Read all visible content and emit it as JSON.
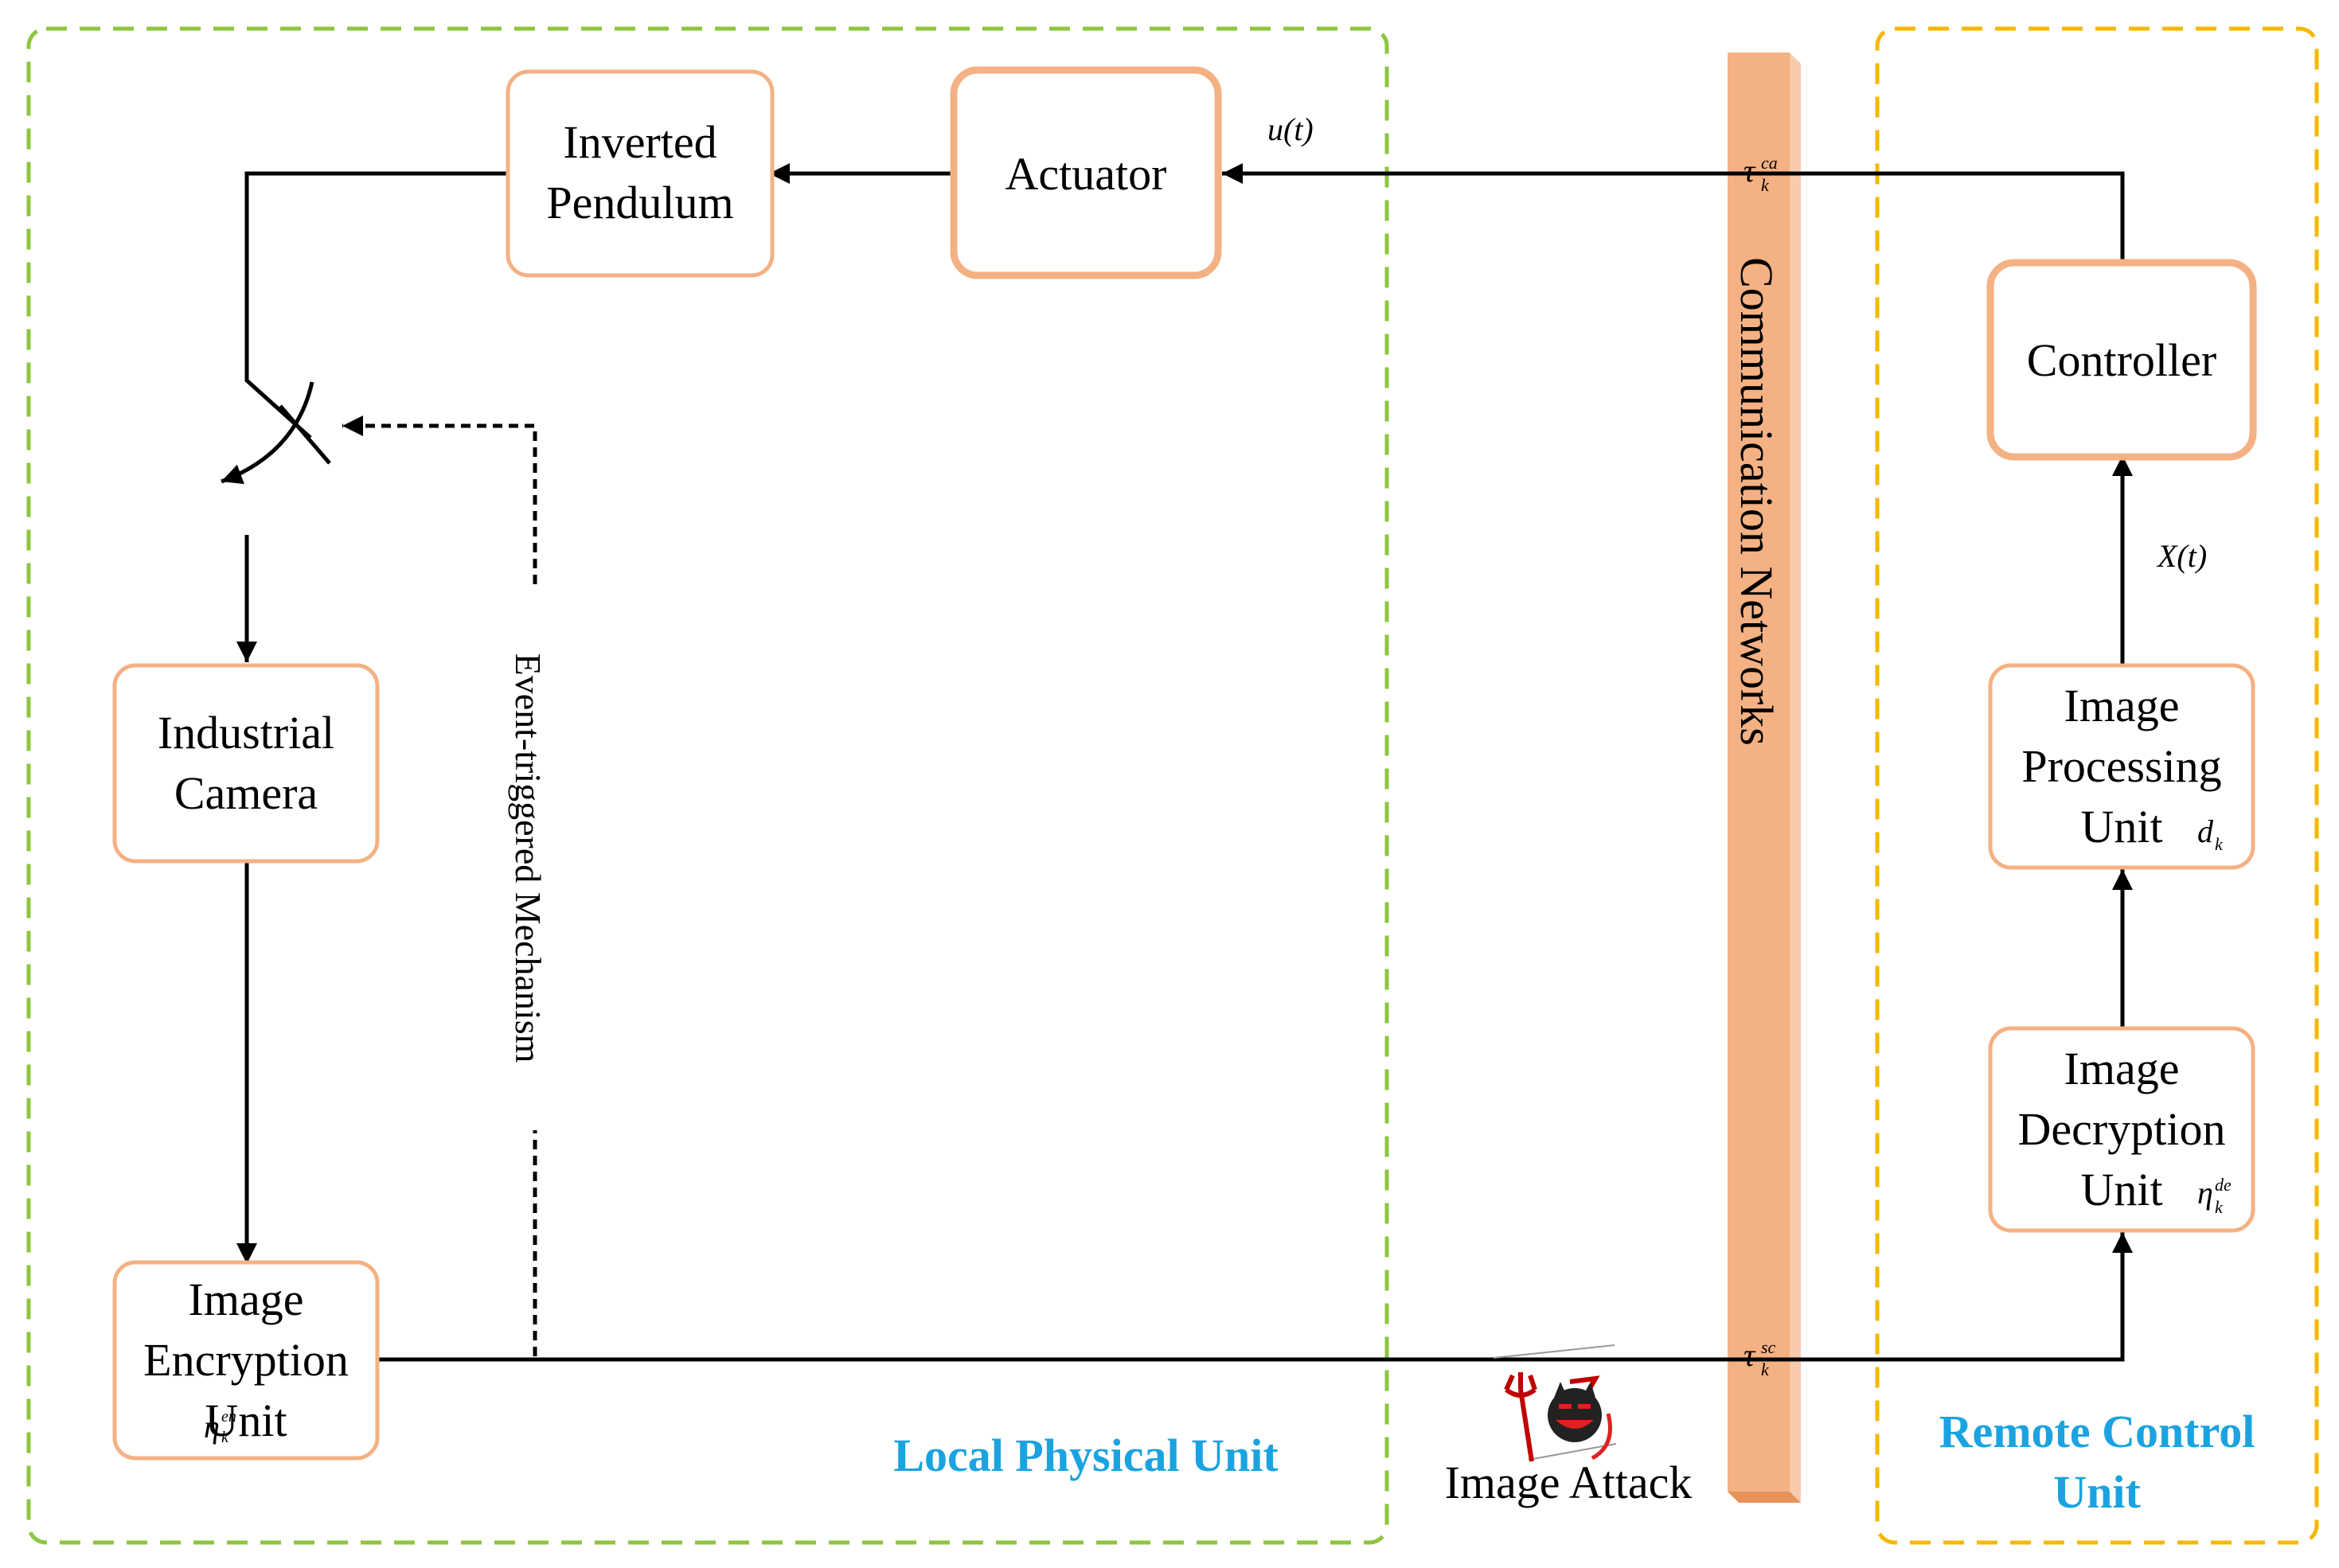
{
  "colors": {
    "local_border": "#8cc63f",
    "remote_border": "#f5b800",
    "box_border": "#f4b183",
    "network_fill": "#f4b183",
    "network_shade": "#f8cbad",
    "region_text": "#1aa3e0",
    "line": "#000000"
  },
  "regions": {
    "local": "Local Physical Unit",
    "remote_line1": "Remote Control",
    "remote_line2": "Unit"
  },
  "blocks": {
    "pendulum": [
      "Inverted",
      "Pendulum"
    ],
    "actuator": [
      "Actuator"
    ],
    "controller": [
      "Controller"
    ],
    "camera": [
      "Industrial",
      "Camera"
    ],
    "encryption": [
      "Image",
      "Encryption",
      "Unit"
    ],
    "processing": [
      "Image",
      "Processing",
      "Unit"
    ],
    "decryption": [
      "Image",
      "Decryption",
      "Unit"
    ]
  },
  "network": "Communication Networks",
  "event": "Event-triggered Mechanism",
  "attack": {
    "label": "Image Attack",
    "icon": "devil-hacker-icon"
  },
  "math": {
    "u": "u(t)",
    "x": "X(t)",
    "tau_ca": {
      "base": "τ",
      "sup": "ca",
      "sub": "k"
    },
    "tau_sc": {
      "base": "τ",
      "sup": "sc",
      "sub": "k"
    },
    "eta_en": {
      "base": "η",
      "sup": "en",
      "sub": "k"
    },
    "eta_de": {
      "base": "η",
      "sup": "de",
      "sub": "k"
    },
    "d_k": {
      "base": "d",
      "sub": "k"
    }
  }
}
